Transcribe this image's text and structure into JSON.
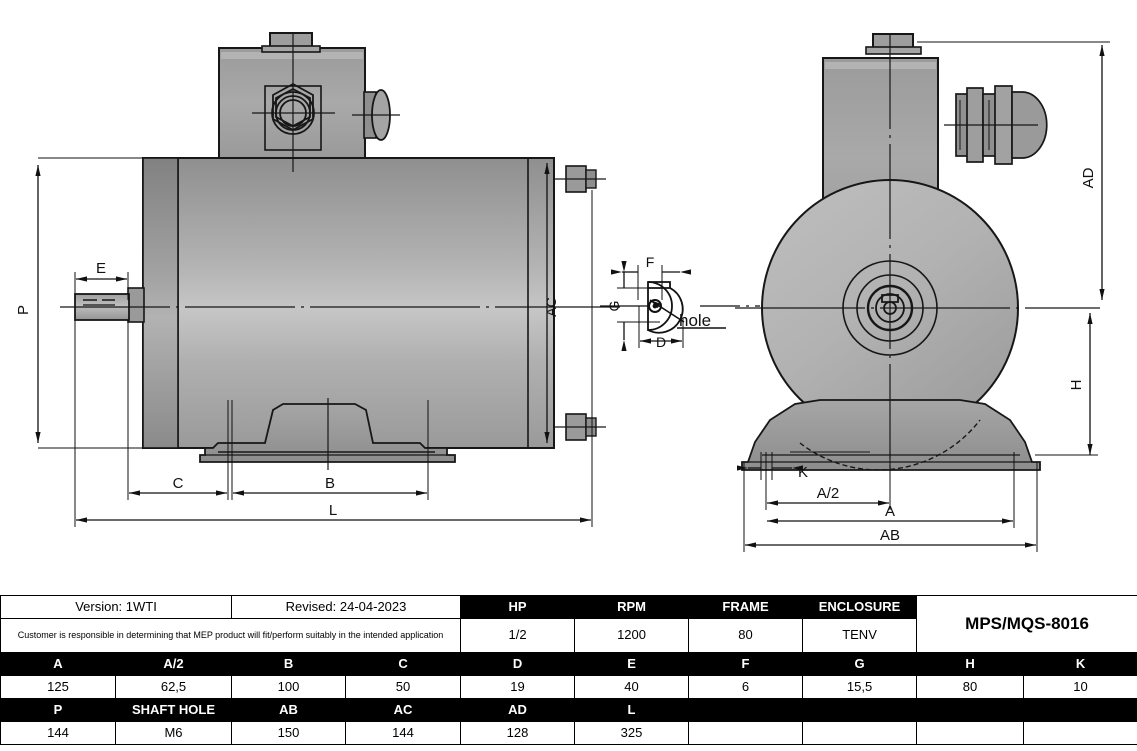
{
  "document": {
    "title": "MPS/MQS-8016 Motor Dimension Drawing",
    "model": "MPS/MQS-8016"
  },
  "drawing": {
    "side_view": {
      "name": "side-elevation",
      "labels": {
        "P": "P",
        "E": "E",
        "AC": "AC",
        "C": "C",
        "B": "B",
        "L": "L"
      }
    },
    "detail_view": {
      "name": "shaft-keyway-detail",
      "labels": {
        "F": "F",
        "G": "G",
        "D": "D",
        "hole": "hole"
      }
    },
    "end_view": {
      "name": "end-elevation",
      "labels": {
        "AD": "AD",
        "H": "H",
        "K": "K",
        "A_half": "A/2",
        "A": "A",
        "AB": "AB"
      }
    }
  },
  "table": {
    "version_label": "Version: 1WTI",
    "revised_label": "Revised: 24-04-2023",
    "disclaimer": "Customer is responsible in determining that MEP product will fit/perform suitably in the intended application",
    "spec_headers": [
      "HP",
      "RPM",
      "FRAME",
      "ENCLOSURE"
    ],
    "spec_values": [
      "1/2",
      "1200",
      "80",
      "TENV"
    ],
    "model": "MPS/MQS-8016",
    "dim_row1_headers": [
      "A",
      "A/2",
      "B",
      "C",
      "D",
      "E",
      "F",
      "G",
      "H",
      "K"
    ],
    "dim_row1_values": [
      "125",
      "62,5",
      "100",
      "50",
      "19",
      "40",
      "6",
      "15,5",
      "80",
      "10"
    ],
    "dim_row2_headers": [
      "P",
      "SHAFT HOLE",
      "AB",
      "AC",
      "AD",
      "L",
      "",
      "",
      "",
      ""
    ],
    "dim_row2_values": [
      "144",
      "M6",
      "150",
      "144",
      "128",
      "325",
      "",
      "",
      "",
      ""
    ]
  },
  "colors": {
    "line": "#1a1a1a",
    "body_light": "#c9c9c9",
    "body_mid": "#a8a8a8",
    "body_dark": "#8e8e8e",
    "header_bg": "#000000",
    "header_fg": "#ffffff"
  }
}
